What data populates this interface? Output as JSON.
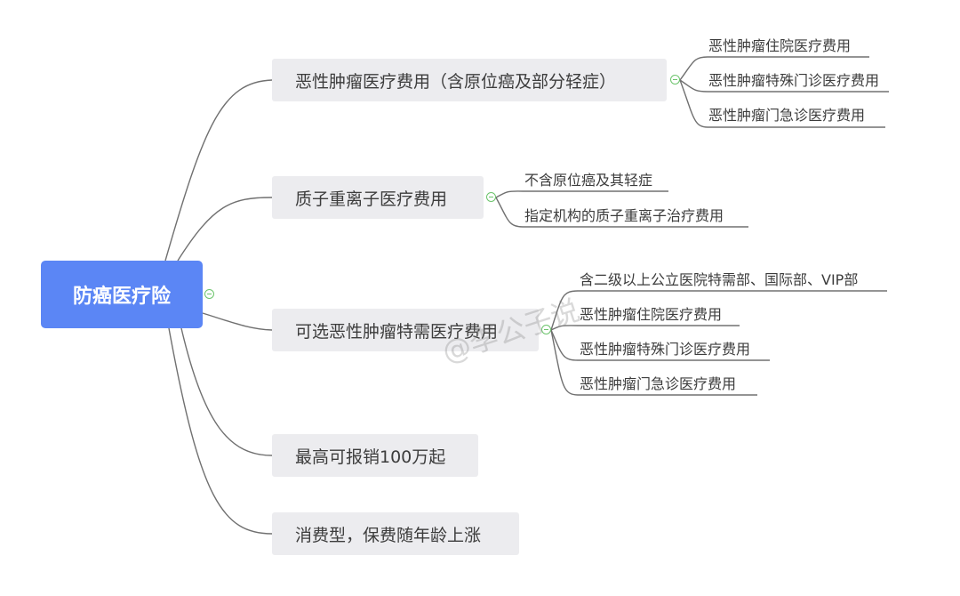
{
  "root": {
    "label": "防癌医疗险"
  },
  "branches": [
    {
      "label": "恶性肿瘤医疗费用（含原位癌及部分轻症）",
      "children": [
        "恶性肿瘤住院医疗费用",
        "恶性肿瘤特殊门诊医疗费用",
        "恶性肿瘤门急诊医疗费用"
      ]
    },
    {
      "label": "质子重离子医疗费用",
      "children": [
        "不含原位癌及其轻症",
        "指定机构的质子重离子治疗费用"
      ]
    },
    {
      "label": "可选恶性肿瘤特需医疗费用",
      "children": [
        "含二级以上公立医院特需部、国际部、VIP部",
        "恶性肿瘤住院医疗费用",
        "恶性肿瘤特殊门诊医疗费用",
        "恶性肿瘤门急诊医疗费用"
      ]
    },
    {
      "label": "最高可报销100万起",
      "children": []
    },
    {
      "label": "消费型，保费随年龄上涨",
      "children": []
    }
  ],
  "watermark": "@李公子说",
  "colors": {
    "root": "#5b86f5",
    "branch_bg": "#ececef",
    "line": "#707070",
    "toggle": "#6cc46c"
  }
}
